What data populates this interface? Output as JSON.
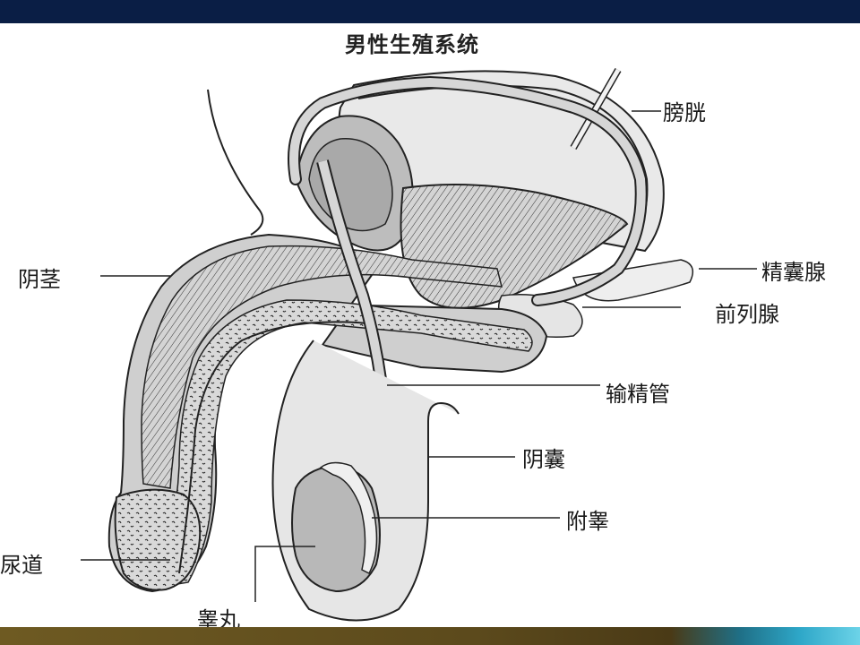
{
  "title": "男性生殖系统",
  "labels": {
    "bladder": "膀胱",
    "seminal_vesicle": "精囊腺",
    "prostate": "前列腺",
    "penis": "阴茎",
    "vas_deferens": "输精管",
    "scrotum": "阴囊",
    "epididymis": "附睾",
    "urethra": "尿道",
    "testis": "睾丸"
  },
  "colors": {
    "top_band": "#0a1e45",
    "tissue_fill": "#c8c8c8",
    "outline": "#1a1a1a"
  }
}
